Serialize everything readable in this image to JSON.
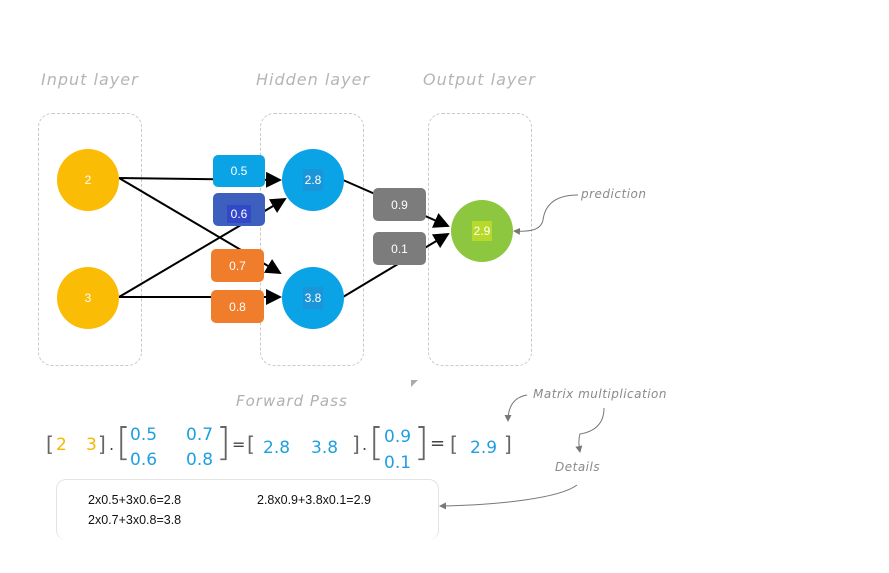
{
  "layers": {
    "input_title": "Input layer",
    "hidden_title": "Hidden layer",
    "output_title": "Output layer"
  },
  "nodes": {
    "input": [
      "2",
      "3"
    ],
    "hidden": [
      "2.8",
      "3.8"
    ],
    "output": "2.9"
  },
  "weights": {
    "input_hidden": [
      "0.5",
      "0.6",
      "0.7",
      "0.8"
    ],
    "hidden_output": [
      "0.9",
      "0.1"
    ]
  },
  "annotations": {
    "prediction": "prediction",
    "matrix_multiplication": "Matrix multiplication",
    "details": "Details",
    "forward_pass": "Forward Pass"
  },
  "equation": {
    "input_vector": [
      "2",
      "3"
    ],
    "weight_matrix_1": [
      [
        "0.5",
        "0.7"
      ],
      [
        "0.6",
        "0.8"
      ]
    ],
    "hidden_vector": [
      "2.8",
      "3.8"
    ],
    "weight_vector_2": [
      "0.9",
      "0.1"
    ],
    "result": "2.9",
    "dot": ".",
    "equals": "="
  },
  "details": {
    "line1": "2x0.5+3x0.6=2.8",
    "line2": "2x0.7+3x0.8=3.8",
    "line3": "2.8x0.9+3.8x0.1=2.9"
  },
  "colors": {
    "input_node": "#fbbc05",
    "hidden_node": "#0aa3e6",
    "output_node": "#8dc63f",
    "weight_blue": "#0aa3e6",
    "weight_navy": "#3d5fbd",
    "weight_orange": "#f07d2b",
    "weight_gray": "#7c7c7c"
  }
}
